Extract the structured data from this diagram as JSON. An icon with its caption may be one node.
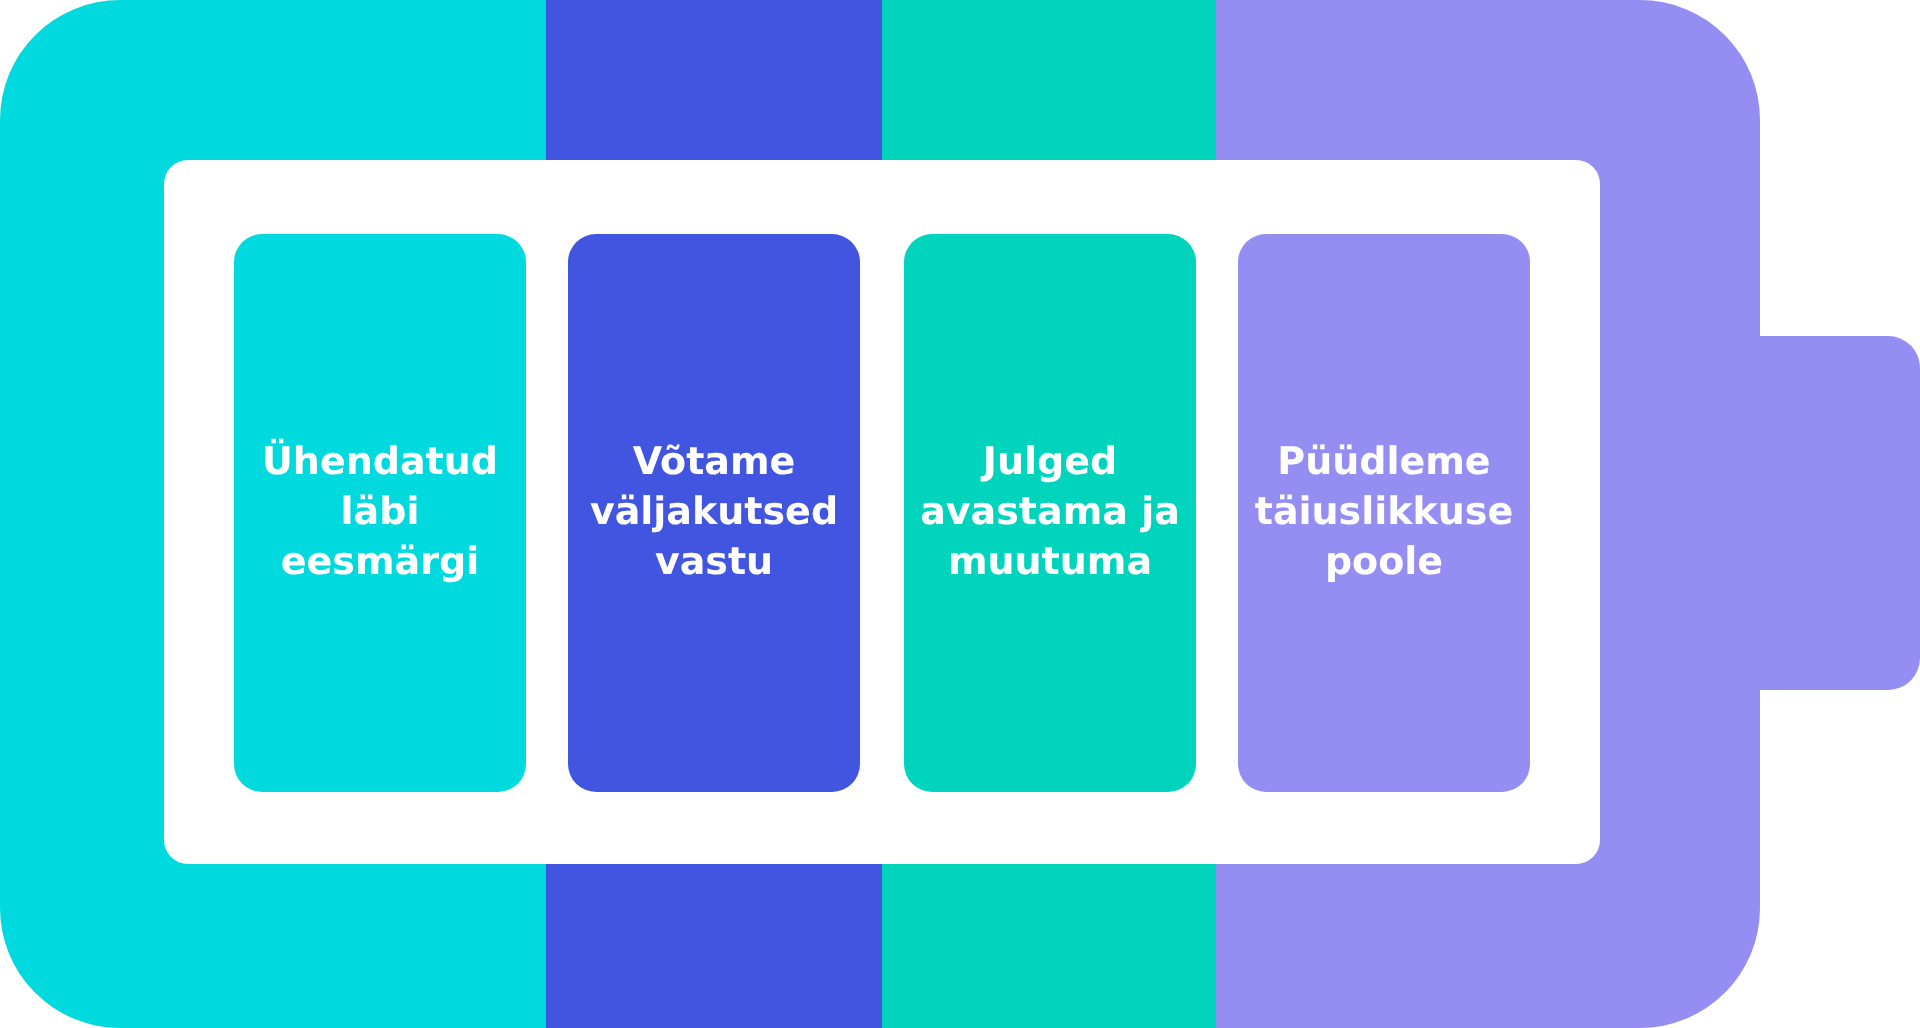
{
  "diagram": {
    "nodes": [
      {
        "text": [
          "Ühendatud läbi eesmärgi"
        ]
      },
      {
        "text": [
          "Võtame väljakutsed vastu"
        ]
      },
      {
        "text": [
          "Julged avastama ja muutuma"
        ]
      },
      {
        "text": [
          "Püüdleme täiuslikkuse poole"
        ]
      }
    ]
  }
}
